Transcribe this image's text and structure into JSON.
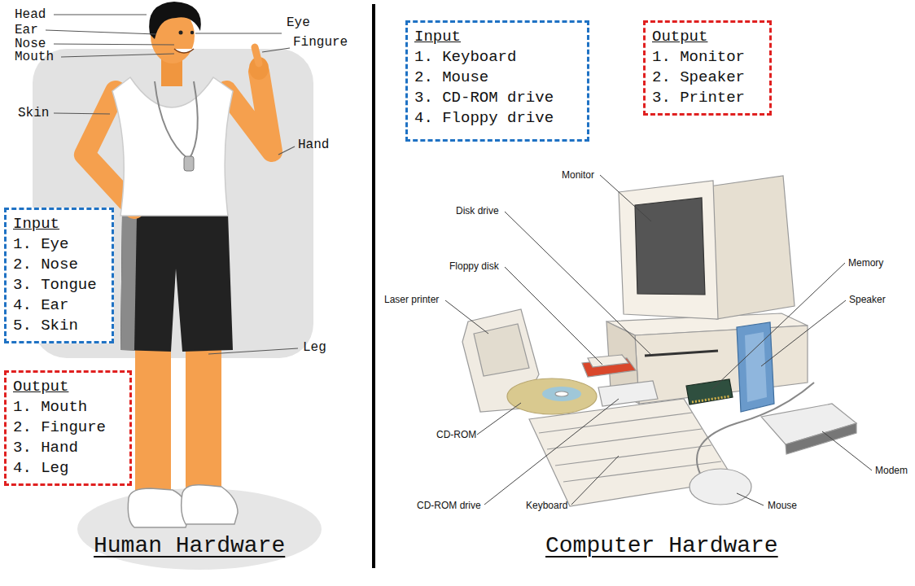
{
  "diagram": {
    "nodes": [
      {
        "text": [
          "Input",
          "1. Eye",
          "2. Nose",
          "3. Tongue",
          "4. Ear",
          "5. Skin"
        ]
      },
      {
        "text": [
          "Output",
          "1. Mouth",
          "2. Fingure",
          "3. Hand",
          "4. Leg"
        ]
      },
      {
        "text": [
          "Input",
          "1. Keyboard",
          "2. Mouse",
          "3. CD-ROM drive",
          "4. Floppy drive"
        ]
      },
      {
        "text": [
          "Output",
          "1. Monitor",
          "2. Speaker",
          "3. Printer"
        ]
      }
    ],
    "labels": [
      "Head",
      "Ear",
      "Nose",
      "Mouth",
      "Eye",
      "Fingure",
      "Skin",
      "Hand",
      "Leg",
      "Human Hardware",
      "Monitor",
      "Disk drive",
      "Floppy disk",
      "Memory",
      "Laser printer",
      "Speaker",
      "CD-ROM",
      "Modem",
      "CD-ROM drive",
      "Keyboard",
      "Mouse",
      "Computer Hardware"
    ]
  }
}
